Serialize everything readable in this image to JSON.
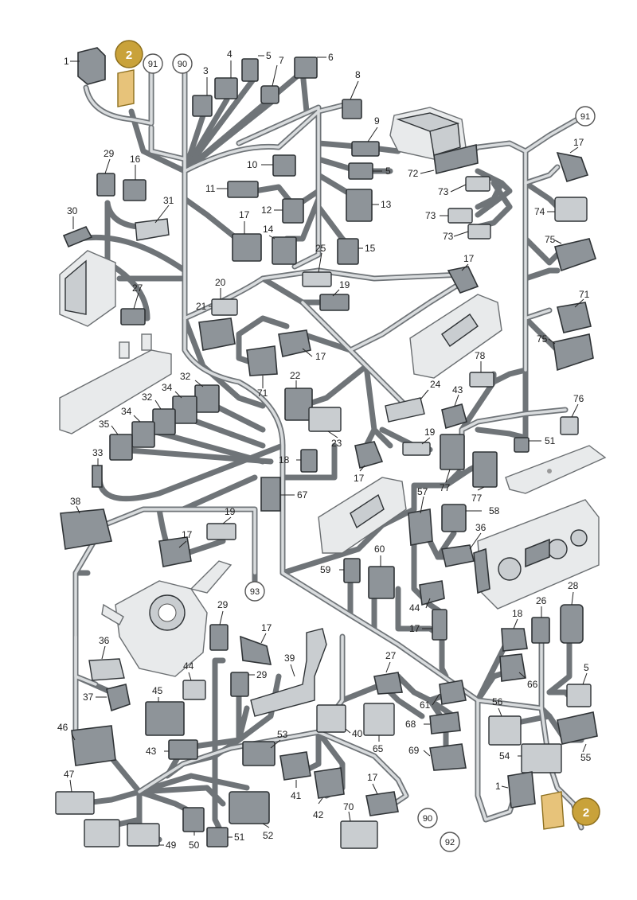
{
  "badges": {
    "top": "2",
    "bottom": "2"
  },
  "refs": {
    "r91a": "91",
    "r90a": "90",
    "r91b": "91",
    "r93": "93",
    "r90b": "90",
    "r92": "92"
  },
  "labels": {
    "l1a": "1",
    "l3": "3",
    "l4": "4",
    "l5a": "5",
    "l6": "6",
    "l7": "7",
    "l8": "8",
    "l9": "9",
    "l5b": "5",
    "l10": "10",
    "l11": "11",
    "l12": "12",
    "l13": "13",
    "l14": "14",
    "l15": "15",
    "l16": "16",
    "l17a": "17",
    "l25": "25",
    "l29a": "29",
    "l30": "30",
    "l31": "31",
    "l27": "27",
    "l17b": "17",
    "l72": "72",
    "l73a": "73",
    "l73b": "73",
    "l73c": "73",
    "l74": "74",
    "l75a": "75",
    "l71a": "71",
    "l75b": "75",
    "l17c": "17",
    "l20": "20",
    "l19a": "19",
    "l21": "21",
    "l17d": "17",
    "l71b": "71",
    "l22": "22",
    "l32a": "32",
    "l34a": "34",
    "l32b": "32",
    "l34b": "34",
    "l35": "35",
    "l78": "78",
    "l24": "24",
    "l43a": "43",
    "l76": "76",
    "l51a": "51",
    "l23": "23",
    "l19b": "19",
    "l33": "33",
    "l18a": "18",
    "l67": "67",
    "l17e": "17",
    "l77a": "77",
    "l77b": "77",
    "l38": "38",
    "l19c": "19",
    "l57": "57",
    "l58": "58",
    "l36a": "36",
    "l17f": "17",
    "l60": "60",
    "l59": "59",
    "l44a": "44",
    "l17g": "17",
    "l28": "28",
    "l26": "26",
    "l18b": "18",
    "l66": "66",
    "l5c": "5",
    "l36b": "36",
    "l29b": "29",
    "l17h": "17",
    "l39": "39",
    "l44b": "44",
    "l29c": "29",
    "l27b": "27",
    "l37": "37",
    "l45": "45",
    "l61": "61",
    "l56": "56",
    "l46": "46",
    "l68": "68",
    "l43b": "43",
    "l53": "53",
    "l40": "40",
    "l65": "65",
    "l69": "69",
    "l54": "54",
    "l55": "55",
    "l47": "47",
    "l41": "41",
    "l17i": "17",
    "l1b": "1",
    "l42": "42",
    "l70": "70",
    "l50": "50",
    "l51b": "51",
    "l52": "52",
    "l49": "49"
  },
  "colors": {
    "wire": "#6f7478",
    "badge": "#c9a23a",
    "highlight": "#e7c37a"
  }
}
